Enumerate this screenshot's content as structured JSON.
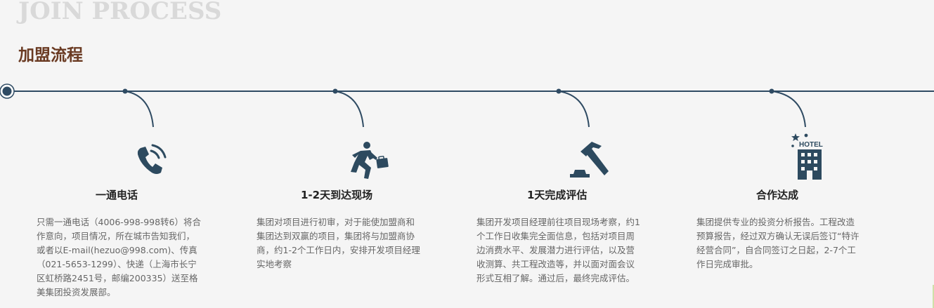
{
  "header": {
    "en_title": "JOIN PROCESS",
    "cn_title": "加盟流程"
  },
  "colors": {
    "line": "#2f4b63",
    "icon": "#2d4a5f",
    "cn_title": "#6a3a22",
    "en_title": "#d9d9d9"
  },
  "steps": [
    {
      "icon": "phone-icon",
      "title": "一通电话",
      "desc": "只需一通电话（4006-998-998转6）将合作意向，项目情况，所在城市告知我们，或者以E-mail(hezuo@998.com)、传真（021-5653-1299）、快递（上海市长宁区虹桥路2451号，邮编200335）送至格美集团投资发展部。"
    },
    {
      "icon": "running-businessman-icon",
      "title": "1-2天到达现场",
      "desc": "集团对项目进行初审，对于能使加盟商和集团达到双赢的项目，集团将与加盟商协商，约1-2个工作日内，安排开发项目经理实地考察"
    },
    {
      "icon": "gavel-icon",
      "title": "1天完成评估",
      "desc": "集团开发项目经理前往项目现场考察，约1个工作日收集完全面信息，包括对项目周边消费水平、发展潜力进行评估，以及营收测算、共工程改造等，并以面对面会议形式互相了解。通过后，最终完成评估。"
    },
    {
      "icon": "hotel-icon",
      "title": "合作达成",
      "hotel_sign": "HOTEL",
      "desc": "集团提供专业的投资分析报告。工程改造预算报告，经过双方确认无误后签订“特许经营合同”，自合同签订之日起，2-7个工作日完成审批。"
    }
  ]
}
